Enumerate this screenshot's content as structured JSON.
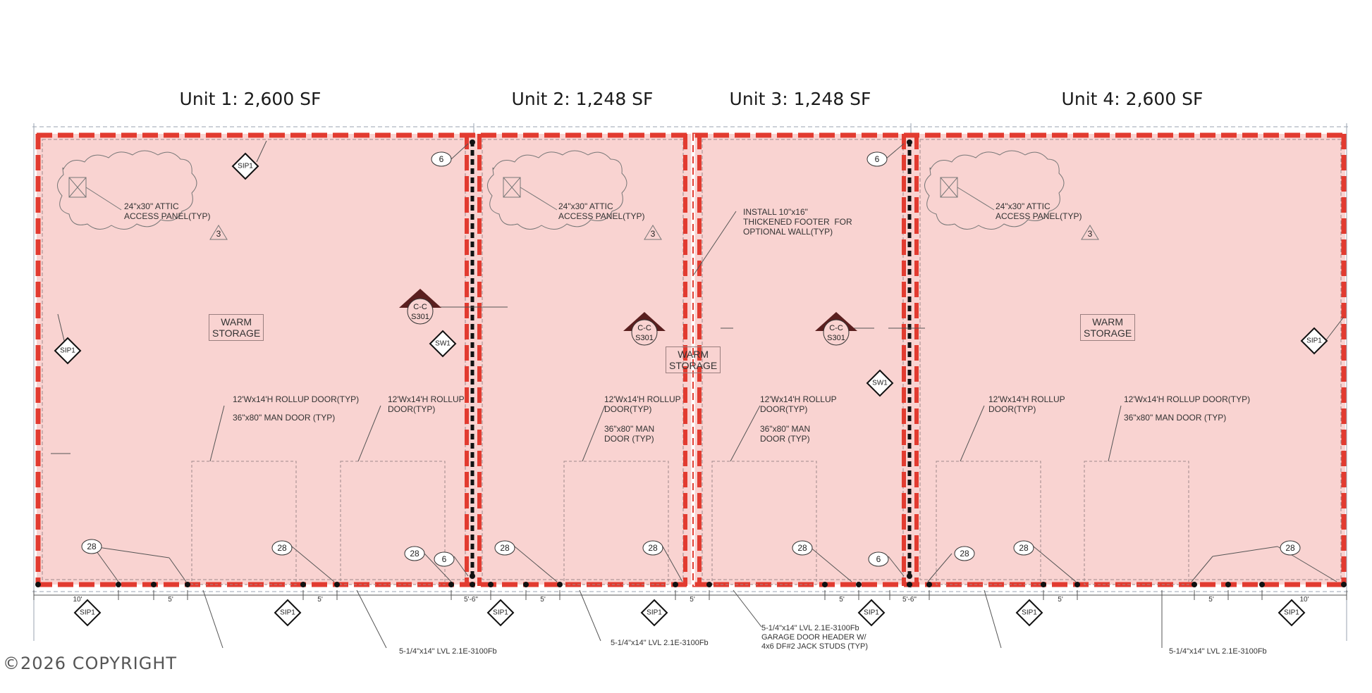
{
  "units": [
    {
      "title": "Unit 1: 2,600 SF"
    },
    {
      "title": "Unit 2: 1,248 SF"
    },
    {
      "title": "Unit 3: 1,248 SF"
    },
    {
      "title": "Unit 4: 2,600 SF"
    }
  ],
  "attic_note": "24\"x30\" ATTIC\nACCESS PANEL(TYP)",
  "room_label": "WARM\nSTORAGE",
  "rollup_door_typ": "12'Wx14'H ROLLUP DOOR(TYP)",
  "rollup_door_two_line": "12'Wx14'H ROLLUP\nDOOR(TYP)",
  "man_door_one_line": "36\"x80\" MAN DOOR (TYP)",
  "man_door_two_line": "36\"x80\" MAN\nDOOR (TYP)",
  "footer_note": "INSTALL 10\"x16\"\nTHICKENED FOOTER  FOR\nOPTIONAL WALL(TYP)",
  "section_tag": {
    "top": "C-C",
    "bottom": "S301"
  },
  "tags": {
    "sip": "SIP1",
    "sw": "SW1",
    "rev": "3",
    "n6": "6",
    "n28": "28"
  },
  "dims": {
    "d10": "10'",
    "d5": "5'",
    "d56": "5'-6\""
  },
  "header_notes": {
    "a": "5-1/4\"x14\" LVL 2.1E-3100Fb",
    "b": "5-1/4\"x14\" LVL 2.1E-3100Fb",
    "c": "5-1/4\"x14\" LVL 2.1E-3100Fb\nGARAGE DOOR HEADER W/\n4x6 DF#2 JACK STUDS (TYP)",
    "d": "5-1/4\"x14\" LVL 2.1E-3100Fb"
  },
  "copyright": "©2026 COPYRIGHT",
  "colors": {
    "fill": "#f9d3d1",
    "wall": "#e23b30",
    "line": "#555555",
    "dark": "#111111"
  }
}
